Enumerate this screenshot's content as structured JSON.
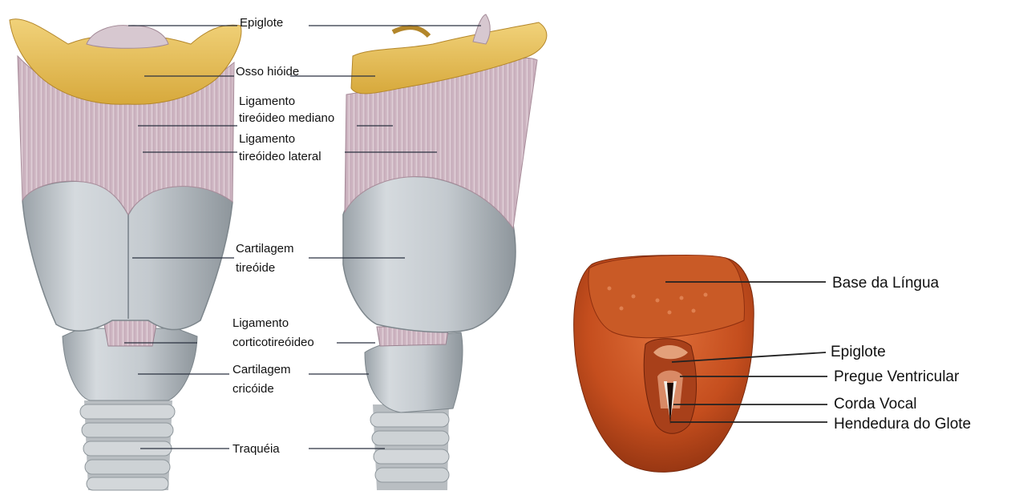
{
  "labels": {
    "epiglote": "Epiglote",
    "osso_hioide": "Osso hióide",
    "lig_tireoideo_mediano_1": "Ligamento",
    "lig_tireoideo_mediano_2": "tireóideo mediano",
    "lig_tireoideo_lateral_1": "Ligamento",
    "lig_tireoideo_lateral_2": "tireóideo lateral",
    "cartilagem_tireoide_1": "Cartilagem",
    "cartilagem_tireoide_2": "tireóide",
    "lig_corticotireoideo_1": "Ligamento",
    "lig_corticotireoideo_2": "corticotireóideo",
    "cartilagem_cricoide_1": "Cartilagem",
    "cartilagem_cricoide_2": "cricóide",
    "traqueia": "Traquéia"
  },
  "right_labels": {
    "base_lingua": "Base da Língua",
    "epiglote": "Epiglote",
    "prega_ventricular": "Pregue Ventricular",
    "corda_vocal": "Corda Vocal",
    "hendedura_glote": "Hendedura do Glote"
  },
  "colors": {
    "bone": "#e7c15a",
    "ligament": "#d9c5cf",
    "cartilage": "#c9cfd3",
    "trachea": "#c2c6c9",
    "tongue": "#c7501f",
    "tongue_dark": "#8e2f0f"
  }
}
